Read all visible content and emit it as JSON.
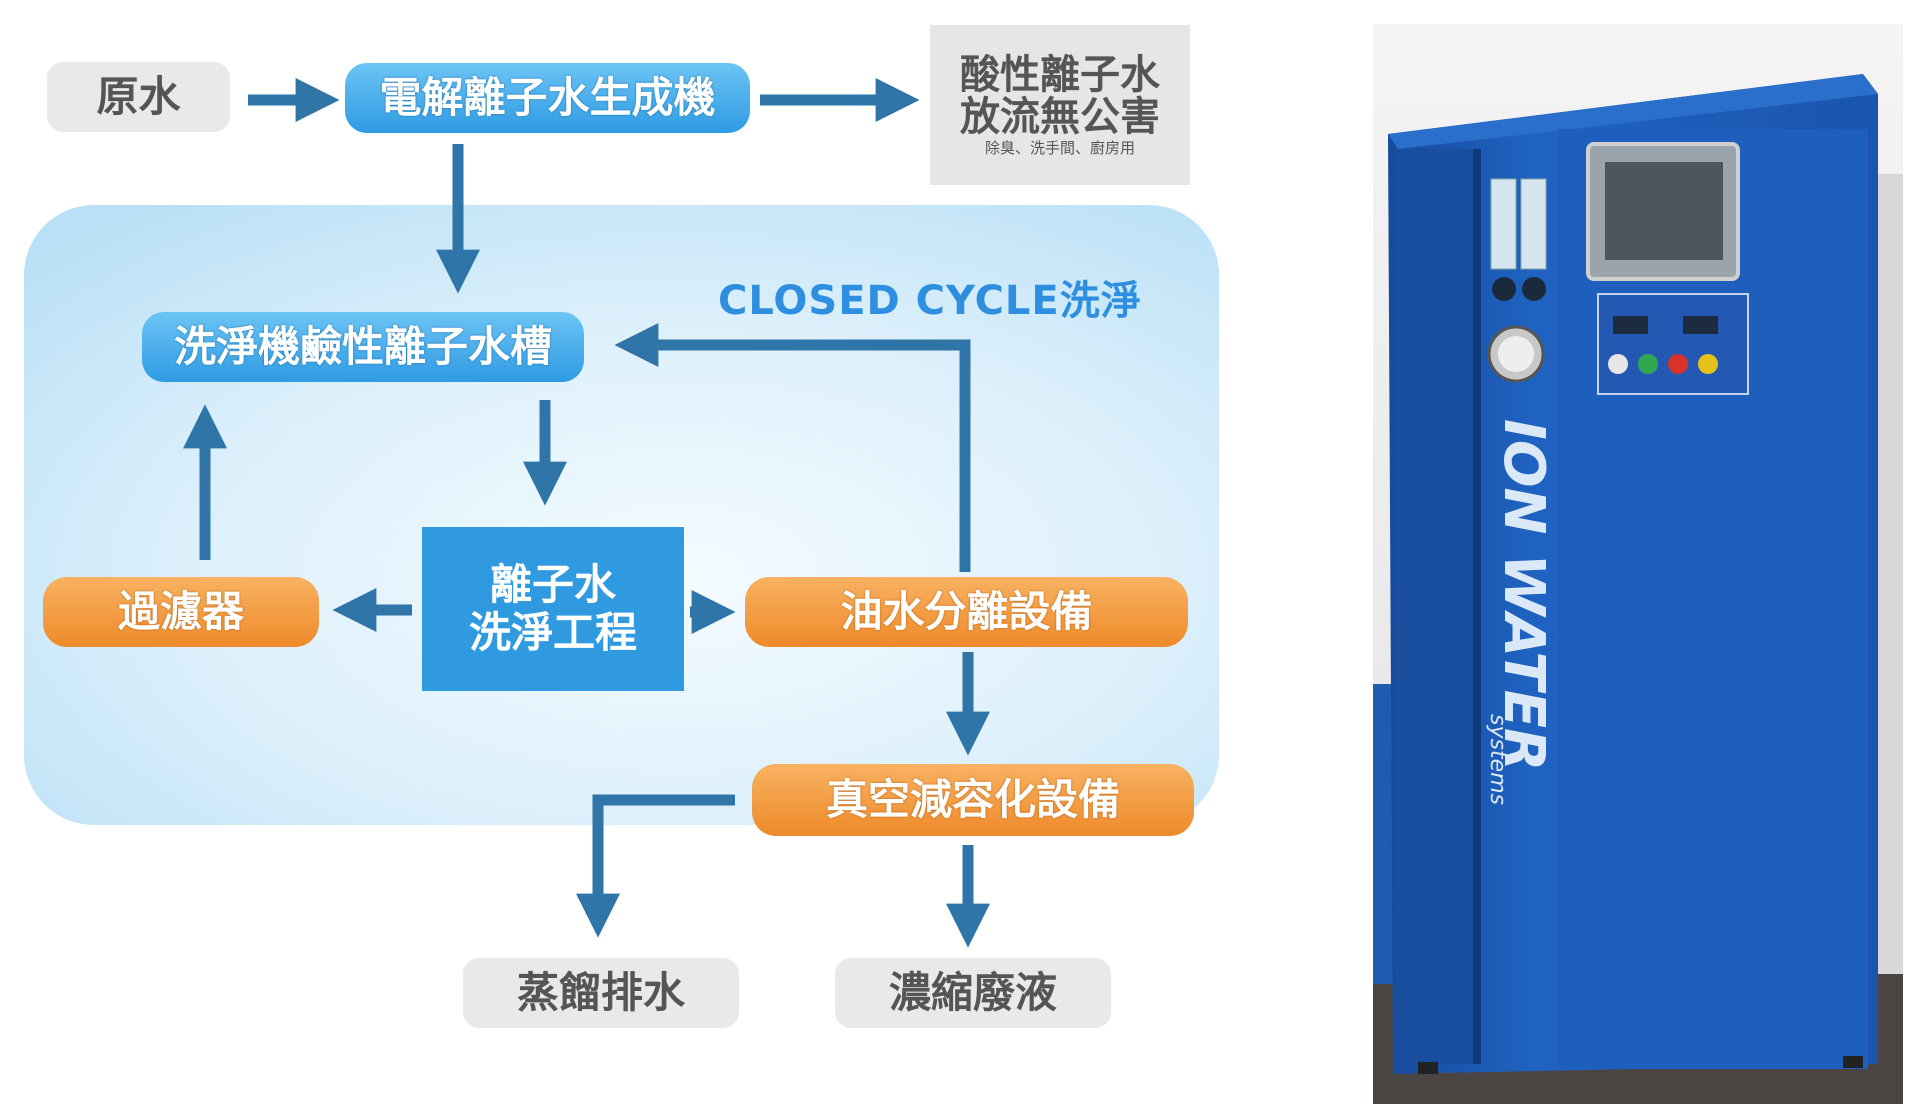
{
  "diagram": {
    "raw_water": "原水",
    "generator": "電解離子水生成機",
    "acid_water": {
      "line1": "酸性離子水",
      "line2": "放流無公害",
      "note": "除臭、洗手間、廚房用"
    },
    "closed_cycle": "CLOSED CYCLE洗淨",
    "tank": "洗淨機鹼性離子水槽",
    "filter": "過濾器",
    "process": {
      "line1": "離子水",
      "line2": "洗淨工程"
    },
    "oil_separator": "油水分離設備",
    "vacuum": "真空減容化設備",
    "distilled": "蒸餾排水",
    "concentrate": "濃縮廢液"
  },
  "photo": {
    "brand": "ION WATER",
    "brand_sub": "systems"
  },
  "colors": {
    "arrow": "#2f75a8",
    "cycle_bg_inner": "#f3fbff",
    "cycle_bg_outer": "#bfe3f7",
    "machine_blue": "#1a59b5"
  }
}
